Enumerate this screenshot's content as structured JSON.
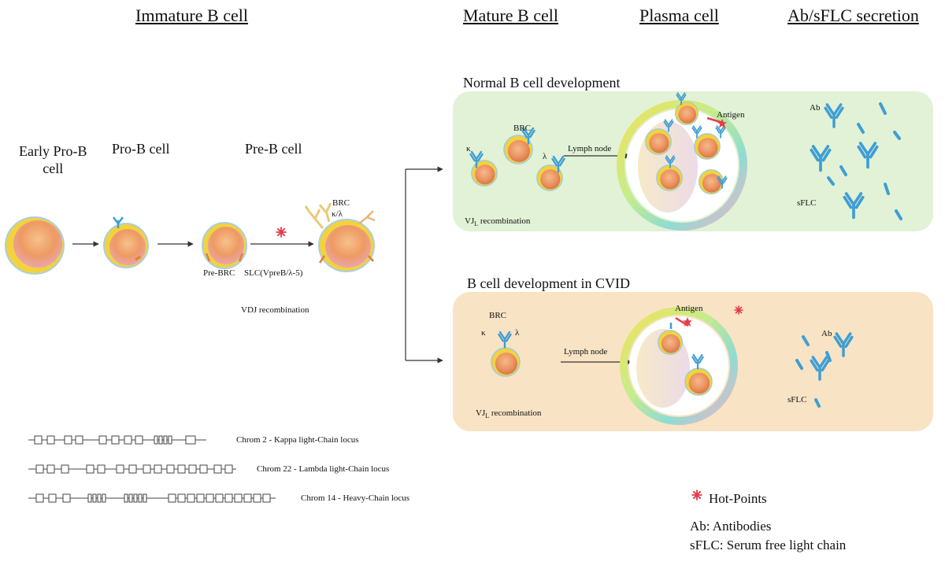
{
  "headers": {
    "immature": "Immature B cell",
    "mature": "Mature B cell",
    "plasma": "Plasma cell",
    "secretion": "Ab/sFLC secretion"
  },
  "stages": {
    "early_pro_b_line1": "Early Pro-B",
    "early_pro_b_line2": "cell",
    "pro_b": "Pro-B cell",
    "pre_b": "Pre-B cell"
  },
  "pre_b_labels": {
    "pre_brc": "Pre-BRC",
    "slc": "SLC(VpreB/λ-5)",
    "vdj": "VDJ recombination",
    "brc": "BRC",
    "kappa_lambda": "κ/λ"
  },
  "normal_panel": {
    "title": "Normal B cell development",
    "kappa": "κ",
    "lambda": "λ",
    "brc": "BRC",
    "lymph_node": "Lymph node",
    "antigen": "Antigen",
    "vj": "VJ",
    "vj_sub": "L",
    "vj_rest": " recombination",
    "ab": "Ab",
    "sflc": "sFLC"
  },
  "cvid_panel": {
    "title": "B cell development in CVID",
    "brc": "BRC",
    "kappa": "κ",
    "lambda": "λ",
    "lymph_node": "Lymph node",
    "antigen": "Antigen",
    "vj": "VJ",
    "vj_sub": "L",
    "vj_rest": " recombination",
    "ab": "Ab",
    "sflc": "sFLC"
  },
  "loci": [
    {
      "label": "Chrom 2 - Kappa light-Chain locus"
    },
    {
      "label": "Chrom 22 - Lambda light-Chain locus"
    },
    {
      "label": "Chrom 14 - Heavy-Chain locus"
    }
  ],
  "legend": {
    "hot_points": "Hot-Points",
    "ab": "Ab: Antibodies",
    "sflc": "sFLC: Serum free light chain"
  },
  "colors": {
    "green_panel": "#e1f2d6",
    "orange_panel": "#f8e3c4",
    "cell_core": "#e98f5c",
    "cell_ring": "#f3d44c",
    "antibody": "#3f9ed3",
    "hot_point": "#e33c4a"
  }
}
